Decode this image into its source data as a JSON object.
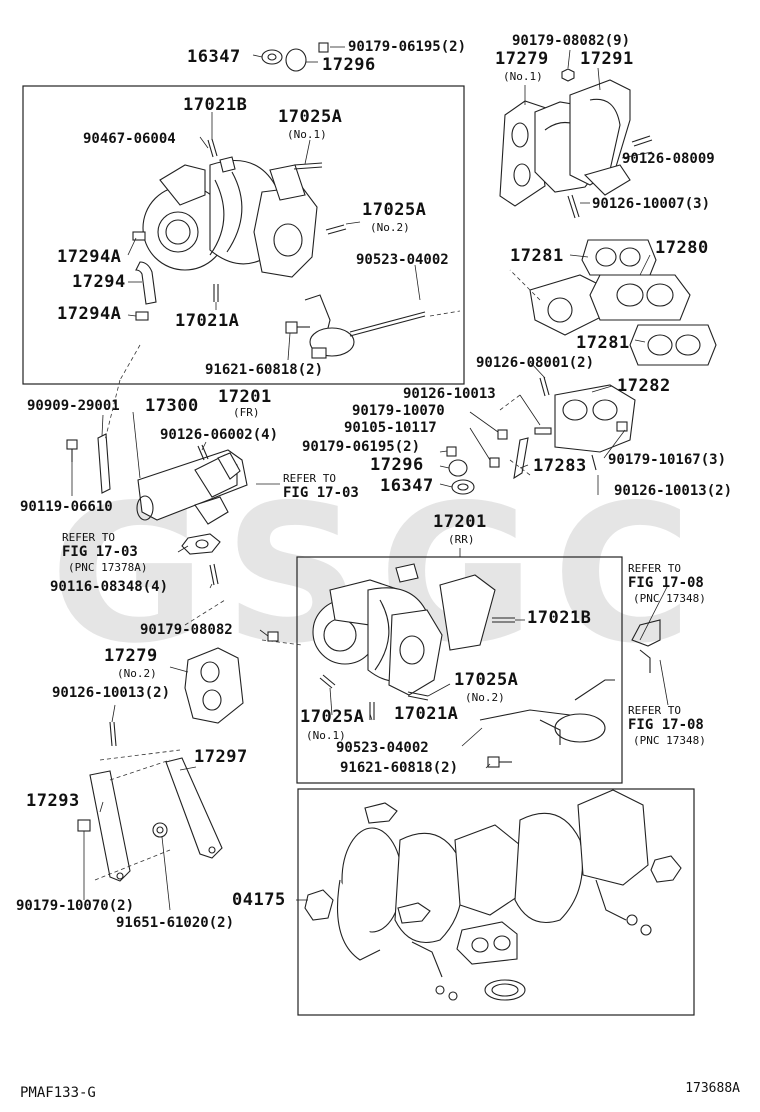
{
  "watermark": {
    "text": "GSGC",
    "color": "#c8c8c8"
  },
  "footer": {
    "left": "PMAF133-G",
    "right": "173688A"
  },
  "labels": {
    "p16347_top": "16347",
    "p17296_top": "17296",
    "p90179_06195_2_top": "90179-06195(2)",
    "p90179_08082_9": "90179-08082(9)",
    "p17279_a": "17279",
    "p17279_a_note": "(No.1)",
    "p17291": "17291",
    "p17021b_top": "17021B",
    "p17025a_top": "17025A",
    "p17025a_top_note": "(No.1)",
    "p90467_06004": "90467-06004",
    "p17025a_mid": "17025A",
    "p17025a_mid_note": "(No.2)",
    "p90126_08009": "90126-08009",
    "p90126_10007_3": "90126-10007(3)",
    "p90523_04002_top": "90523-04002",
    "p17294a_1": "17294A",
    "p17294": "17294",
    "p17294a_2": "17294A",
    "p17021a_top": "17021A",
    "p17281_a": "17281",
    "p17280": "17280",
    "p17281_b": "17281",
    "p91621_60818_2_top": "91621-60818(2)",
    "p90126_08001_2": "90126-08001(2)",
    "p17201_fr": "17201",
    "p17201_fr_note": "(FR)",
    "p90909_29001": "90909-29001",
    "p17300": "17300",
    "p90126_10013": "90126-10013",
    "p17282": "17282",
    "p90179_10070": "90179-10070",
    "p90105_10117": "90105-10117",
    "p90126_06002_4": "90126-06002(4)",
    "p90179_06195_2_mid": "90179-06195(2)",
    "p17296_mid": "17296",
    "p17283": "17283",
    "p90179_10167_3": "90179-10167(3)",
    "p16347_mid": "16347",
    "p90119_06610": "90119-06610",
    "ref_17_03_a_l1": "REFER TO",
    "ref_17_03_a_l2": "FIG 17-03",
    "p90126_10013_2_r": "90126-10013(2)",
    "p17201_rr": "17201",
    "p17201_rr_note": "(RR)",
    "ref_17_03_b_l1": "REFER TO",
    "ref_17_03_b_l2": "FIG 17-03",
    "ref_17_03_b_pnc": "(PNC 17378A)",
    "p90116_08348_4": "90116-08348(4)",
    "ref_17_08_a_l1": "REFER TO",
    "ref_17_08_a_l2": "FIG 17-08",
    "ref_17_08_a_pnc": "(PNC 17348)",
    "p17021b_rr": "17021B",
    "p90179_08082": "90179-08082",
    "p17279_b": "17279",
    "p17279_b_note": "(No.2)",
    "p90126_10013_2_l": "90126-10013(2)",
    "p17025a_rr_r": "17025A",
    "p17025a_rr_r_note": "(No.2)",
    "p17025a_rr_l": "17025A",
    "p17025a_rr_l_note": "(No.1)",
    "p17021a_rr": "17021A",
    "ref_17_08_b_l1": "REFER TO",
    "ref_17_08_b_l2": "FIG 17-08",
    "ref_17_08_b_pnc": "(PNC 17348)",
    "p90523_04002_rr": "90523-04002",
    "p91621_60818_2_rr": "91621-60818(2)",
    "p17297": "17297",
    "p17293": "17293",
    "p04175": "04175",
    "p90179_10070_2": "90179-10070(2)",
    "p91651_61020_2": "91651-61020(2)"
  }
}
